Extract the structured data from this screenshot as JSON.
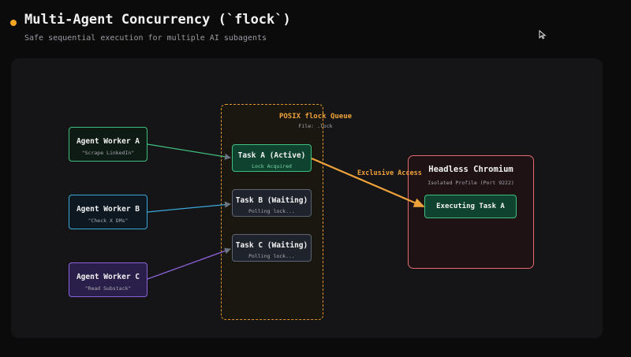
{
  "header": {
    "title": "Multi-Agent Concurrency (`flock`)",
    "subtitle": "Safe sequential execution for multiple AI subagents"
  },
  "agents": [
    {
      "title": "Agent Worker A",
      "subtitle": "\"Scrape LinkedIn\""
    },
    {
      "title": "Agent Worker B",
      "subtitle": "\"Check X DMs\""
    },
    {
      "title": "Agent Worker C",
      "subtitle": "\"Read Substack\""
    }
  ],
  "queue": {
    "title": "POSIX flock Queue",
    "file": "File: .lock",
    "tasks": [
      {
        "title": "Task A (Active)",
        "subtitle": "Lock Acquired"
      },
      {
        "title": "Task B (Waiting)",
        "subtitle": "Polling lock..."
      },
      {
        "title": "Task C (Waiting)",
        "subtitle": "Polling lock..."
      }
    ]
  },
  "browser": {
    "title": "Headless Chromium",
    "subtitle": "Isolated Profile (Port 9222)",
    "exec": "Executing Task A"
  },
  "edge_label": "Exclusive Access",
  "colors": {
    "accent": "#f5a524",
    "green": "#3fbf7f",
    "blue": "#3aa8d8",
    "purple": "#8a63d8",
    "grey": "#6b7482",
    "red": "#e36b6f"
  }
}
